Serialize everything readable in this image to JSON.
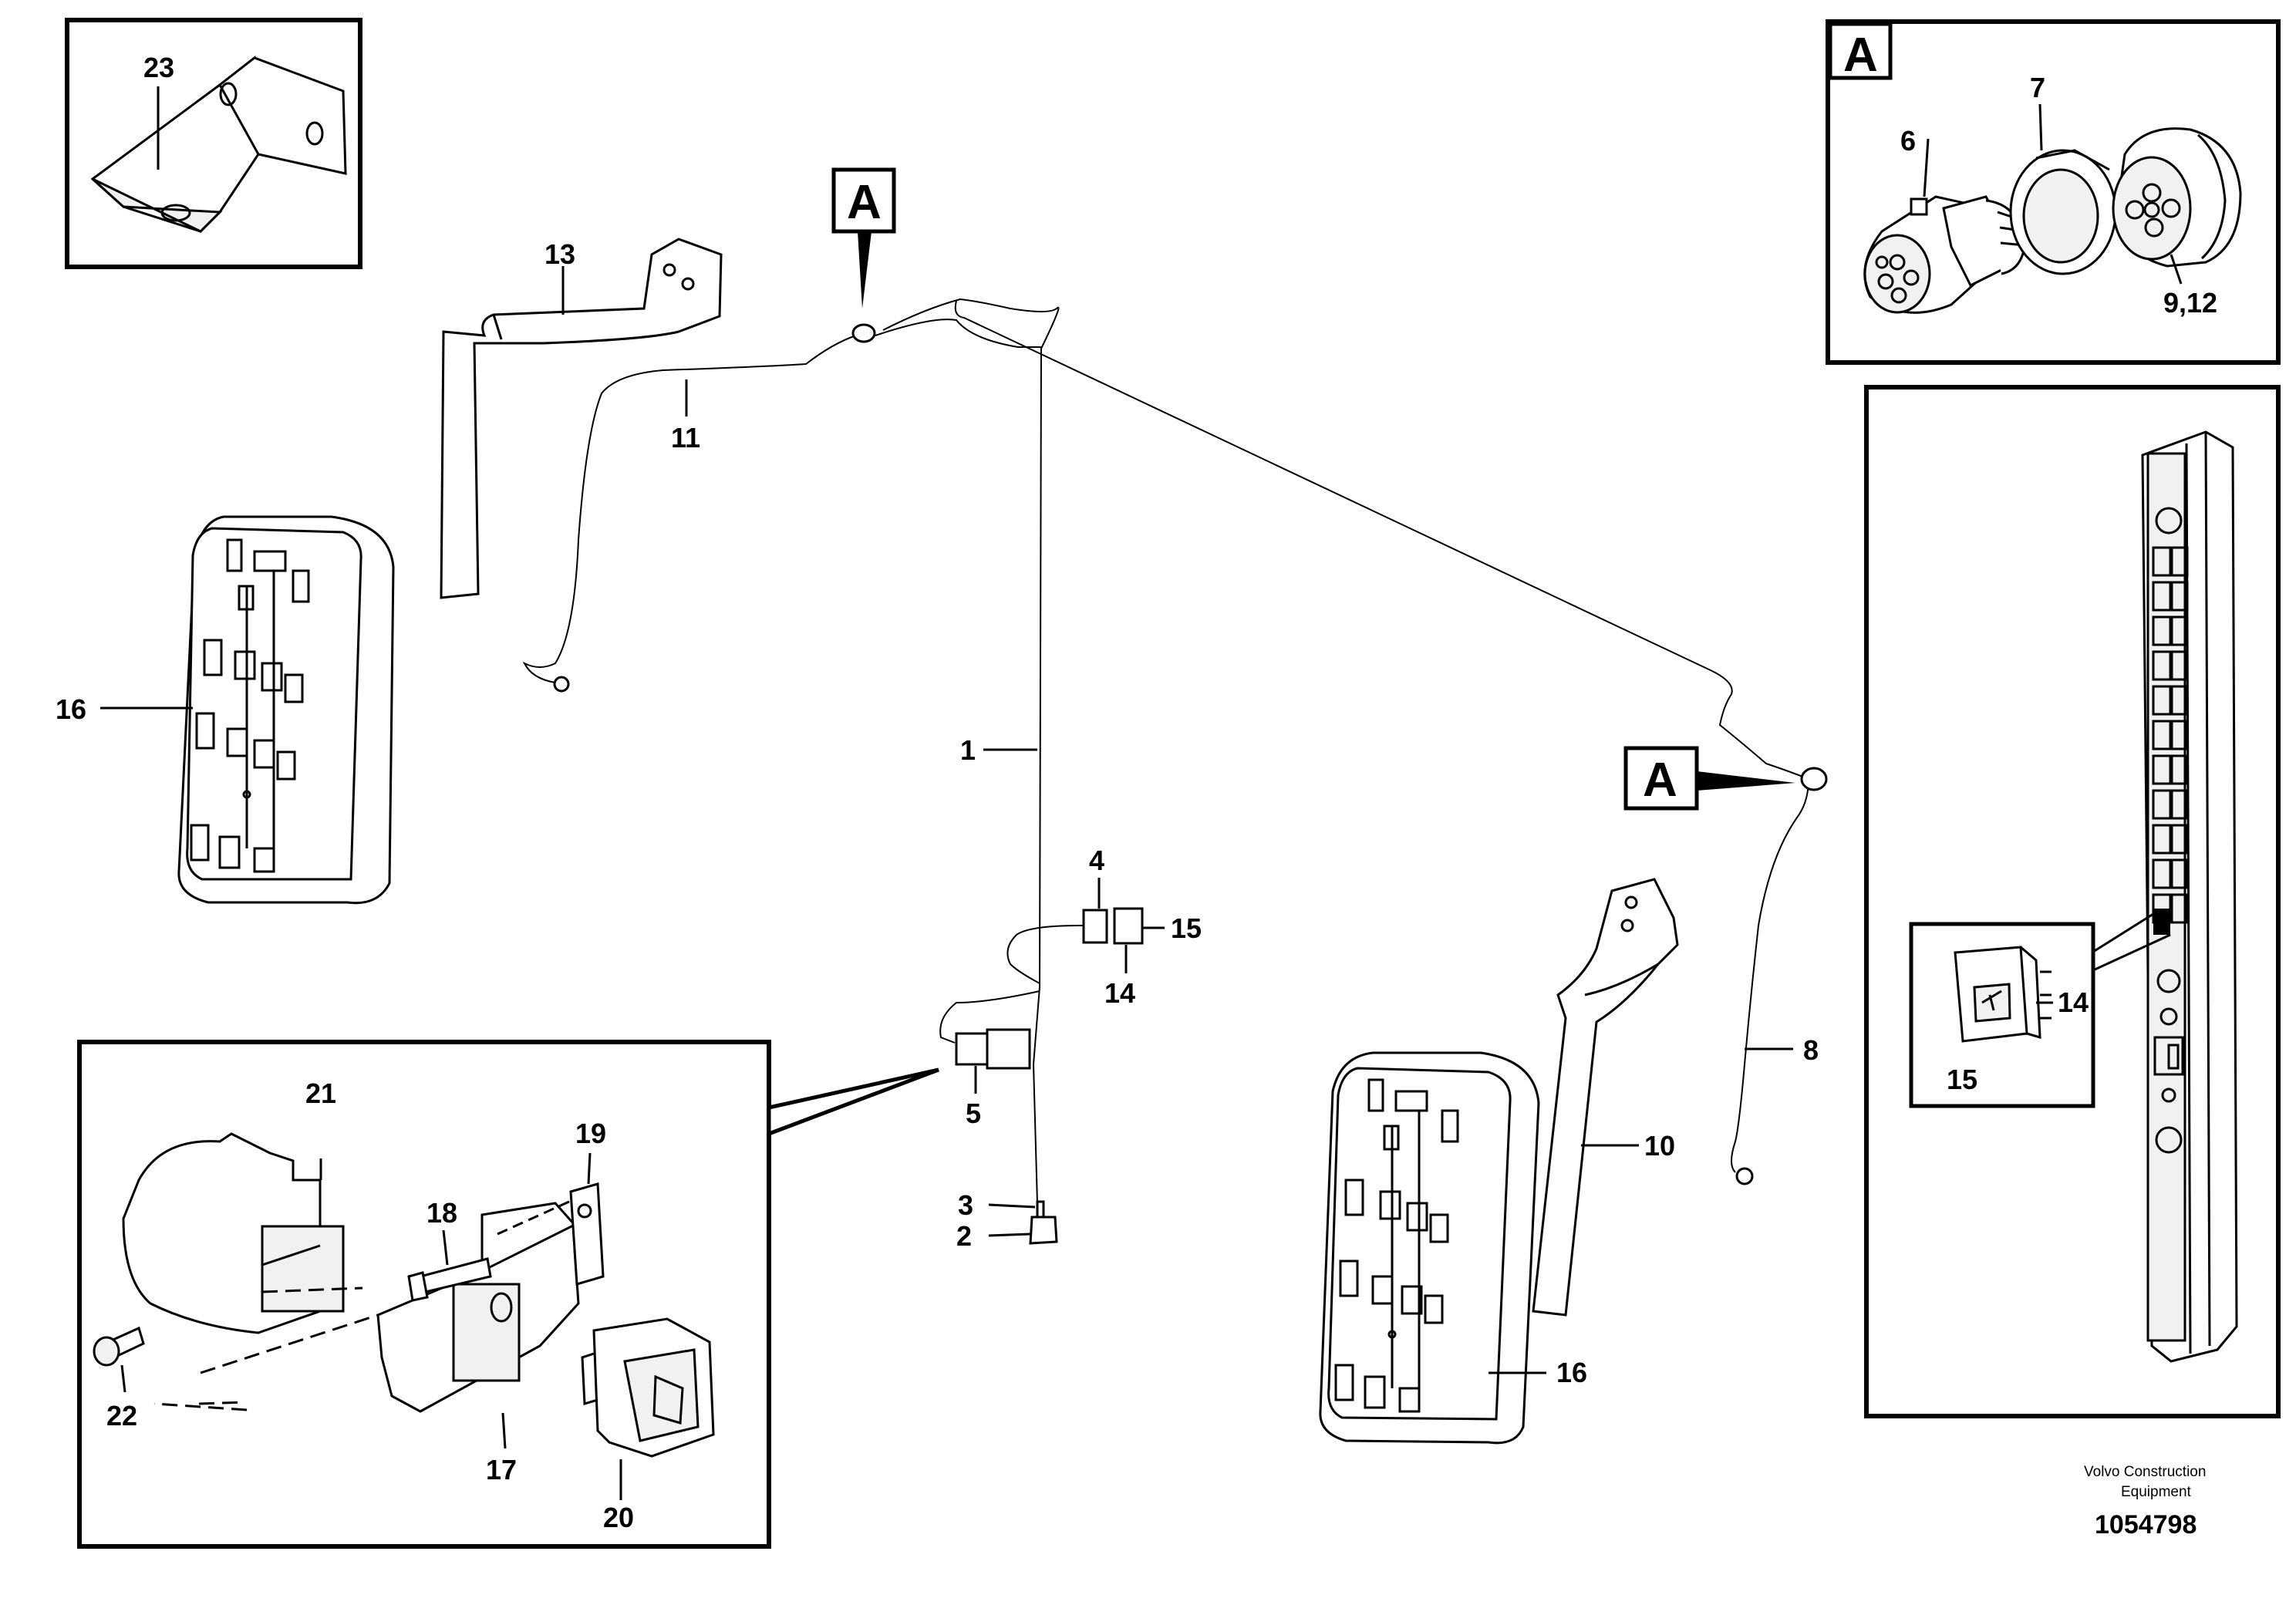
{
  "callouts": {
    "n1": "1",
    "n2": "2",
    "n3": "3",
    "n4": "4",
    "n5": "5",
    "n6": "6",
    "n7": "7",
    "n8": "8",
    "n9_12": "9,12",
    "n10": "10",
    "n11": "11",
    "n13": "13",
    "n14": "14",
    "n15": "15",
    "n16": "16",
    "n17": "17",
    "n18": "18",
    "n19": "19",
    "n20": "20",
    "n21": "21",
    "n22": "22",
    "n23": "23"
  },
  "detail_marker": "A",
  "footer": {
    "credit_line1": "Volvo Construction",
    "credit_line2": "Equipment",
    "drawing_number": "1054798"
  }
}
